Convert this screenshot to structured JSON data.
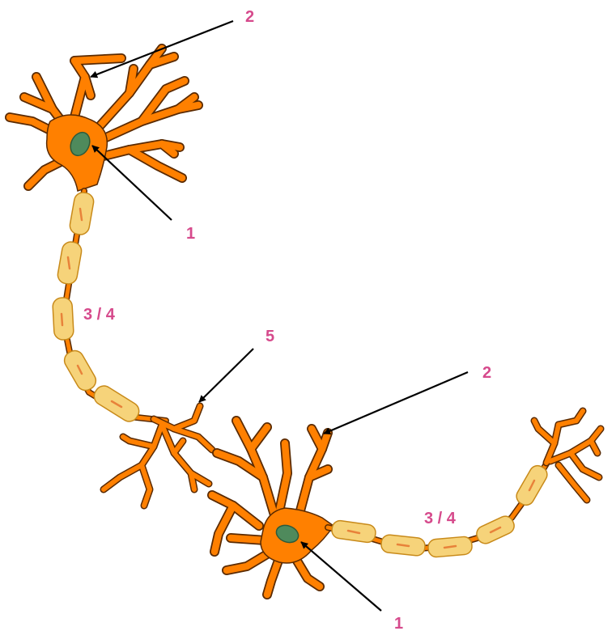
{
  "colors": {
    "cell_body": "#FF8000",
    "cell_outline": "#5A2A00",
    "nucleus": "#4F8A5C",
    "myelin": "#F6D37A",
    "myelin_outline": "#C88A1A",
    "myelin_streak": "#E8823A",
    "arrow": "#000000",
    "label": "#D64A8C"
  },
  "labels": {
    "l2_top": "2",
    "l1_top": "1",
    "l34_left": "3 / 4",
    "l5": "5",
    "l2_right": "2",
    "l34_right": "3 / 4",
    "l1_bottom": "1"
  }
}
